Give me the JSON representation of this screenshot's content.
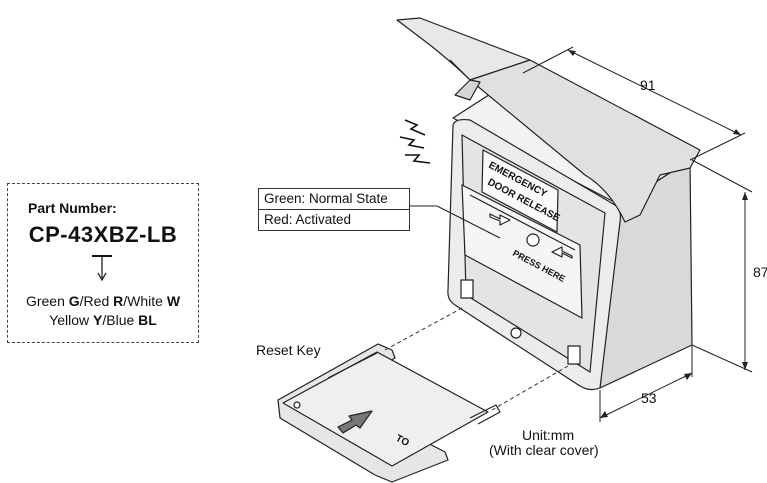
{
  "part_number": {
    "label": "Part Number:",
    "value": "CP-43XBZ-LB",
    "colors_line1": [
      {
        "name": "Green",
        "code": "G"
      },
      {
        "name": "Red",
        "code": "R"
      },
      {
        "name": "White",
        "code": "W"
      }
    ],
    "colors_line2": [
      {
        "name": "Yellow",
        "code": "Y"
      },
      {
        "name": "Blue",
        "code": "BL"
      }
    ]
  },
  "led_states": {
    "green": "Green: Normal State",
    "red": "Red: Activated"
  },
  "device": {
    "label_line1": "EMERGENCY",
    "label_line2": "DOOR RELEASE",
    "press_here": "PRESS HERE"
  },
  "reset_key_label": "Reset Key",
  "key_text": "TO",
  "dimensions": {
    "width": "91",
    "height": "87",
    "depth": "53"
  },
  "unit_line1": "Unit:mm",
  "unit_line2": "(With clear cover)"
}
